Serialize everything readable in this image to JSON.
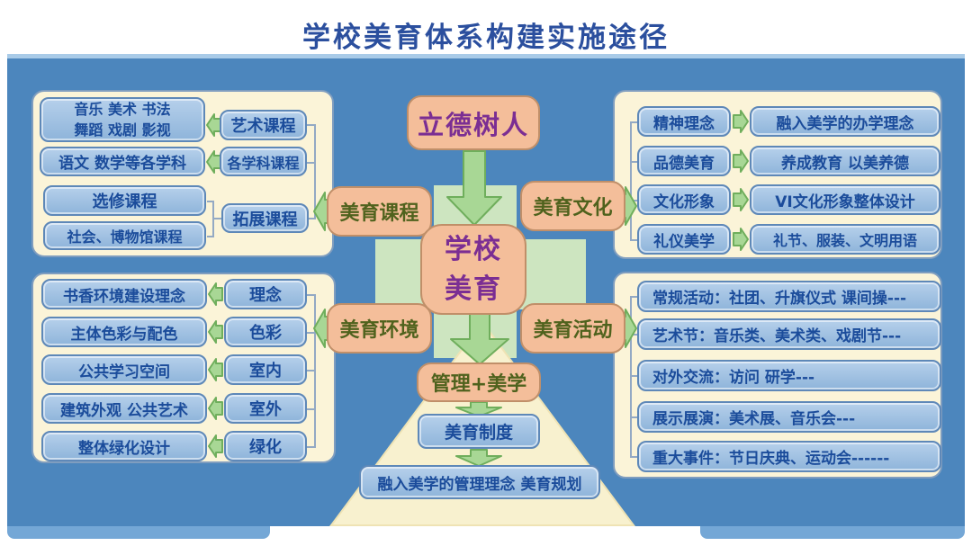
{
  "page": {
    "title": "学校美育体系构建实施途径"
  },
  "colors": {
    "background_blue": "#4C86BD",
    "panel_cream": "#FBF4D8",
    "node_blue_fill": "#9FC1E2",
    "node_salmon_fill": "#F4BE9A",
    "arrow_green": "#A8D795",
    "cross_pale_green": "#CDE5C0",
    "title_blue": "#2B4F9E",
    "node_text_blue": "#1B4C9B",
    "hub_text_purple": "#7B2E93",
    "hub_text_olive": "#4F621D"
  },
  "center": {
    "root": "立德树人",
    "core_line1": "学校",
    "core_line2": "美育",
    "courses": "美育课程",
    "culture": "美育文化",
    "environment": "美育环境",
    "activities": "美育活动",
    "management": "管理+美学"
  },
  "pyramid": {
    "institution": "美育制度",
    "philosophy": "融入美学的管理理念  美育规划"
  },
  "panels": {
    "courses": {
      "art_detail_line1": "音乐 美术 书法",
      "art_detail_line2": "舞蹈 戏剧 影视",
      "art_category": "艺术课程",
      "subject_detail": "语文 数学等各学科",
      "subject_category": "各学科课程",
      "elective_detail": "选修课程",
      "social_detail": "社会、博物馆课程",
      "extension_category": "拓展课程"
    },
    "culture": {
      "rows": [
        {
          "label": "精神理念",
          "value": "融入美学的办学理念"
        },
        {
          "label": "品德美育",
          "value": "养成教育  以美养德"
        },
        {
          "label": "文化形象",
          "value": "VI文化形象整体设计"
        },
        {
          "label": "礼仪美学",
          "value": "礼节、服装、文明用语"
        }
      ]
    },
    "environment": {
      "rows": [
        {
          "value": "书香环境建设理念",
          "label": "理念"
        },
        {
          "value": "主体色彩与配色",
          "label": "色彩"
        },
        {
          "value": "公共学习空间",
          "label": "室内"
        },
        {
          "value": "建筑外观 公共艺术",
          "label": "室外"
        },
        {
          "value": "整体绿化设计",
          "label": "绿化"
        }
      ]
    },
    "activities": {
      "rows": [
        "常规活动：社团、升旗仪式  课间操---",
        "艺术节：音乐类、美术类、戏剧节---",
        "对外交流：访问 研学---",
        "展示展演：美术展、音乐会---",
        "重大事件：节日庆典、运动会------"
      ]
    }
  }
}
